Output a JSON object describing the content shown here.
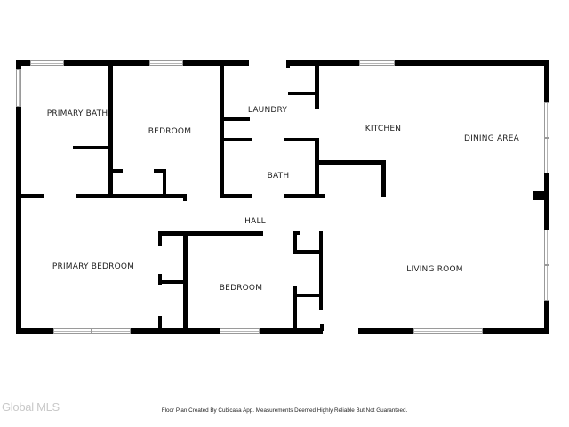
{
  "rooms": [
    {
      "id": "primary-bath",
      "label": "PRIMARY BATH"
    },
    {
      "id": "bedroom-1",
      "label": "BEDROOM"
    },
    {
      "id": "laundry",
      "label": "LAUNDRY"
    },
    {
      "id": "kitchen",
      "label": "KITCHEN"
    },
    {
      "id": "dining-area",
      "label": "DINING AREA"
    },
    {
      "id": "bath",
      "label": "BATH"
    },
    {
      "id": "hall",
      "label": "HALL"
    },
    {
      "id": "primary-bedroom",
      "label": "PRIMARY BEDROOM"
    },
    {
      "id": "bedroom-2",
      "label": "BEDROOM"
    },
    {
      "id": "living-room",
      "label": "LIVING ROOM"
    }
  ],
  "footer": {
    "disclaimer": "Floor Plan Created By Cubicasa App. Measurements Deemed Highly Reliable But Not Guaranteed."
  },
  "watermark": {
    "text": "Global MLS"
  },
  "colors": {
    "wall": "#000000",
    "background": "#ffffff",
    "window": "#9a9a9a"
  }
}
